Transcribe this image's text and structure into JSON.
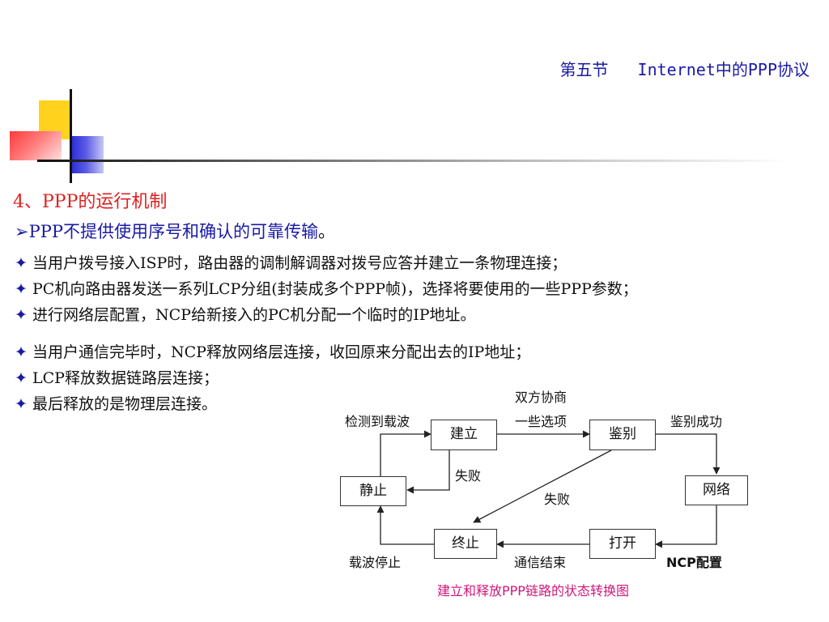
{
  "header": {
    "section": "第五节",
    "title": "Internet中的PPP协议"
  },
  "section_title": "4、PPP的运行机制",
  "point": {
    "marker": "➢",
    "text": "PPP不提供使用序号和确认的可靠传输",
    "tail": "。"
  },
  "bullet_marker": "✦",
  "bullets": [
    "当用户拨号接入ISP时，路由器的调制解调器对拨号应答并建立一条物理连接；",
    "PC机向路由器发送一系列LCP分组(封装成多个PPP帧)，选择将要使用的一些PPP参数；",
    "进行网络层配置，NCP给新接入的PC机分配一个临时的IP地址。",
    "当用户通信完毕时，NCP释放网络层连接，收回原来分配出去的IP地址；",
    "LCP释放数据链路层连接；",
    "最后释放的是物理层连接。"
  ],
  "diagram": {
    "states": {
      "establish": "建立",
      "authenticate": "鉴别",
      "idle": "静止",
      "network": "网络",
      "terminate": "终止",
      "open": "打开"
    },
    "labels": {
      "carrier_detected": "检测到载波",
      "negotiate_1": "双方协商",
      "negotiate_2": "一些选项",
      "auth_success": "鉴别成功",
      "failure_1": "失败",
      "failure_2": "失败",
      "carrier_stop": "载波停止",
      "comm_end": "通信结束",
      "ncp_config": "NCP配置"
    },
    "caption": "建立和释放PPP链路的状态转换图"
  },
  "colors": {
    "header_blue": "#1a1aa6",
    "title_red": "#e02020",
    "caption_magenta": "#d0187a"
  }
}
